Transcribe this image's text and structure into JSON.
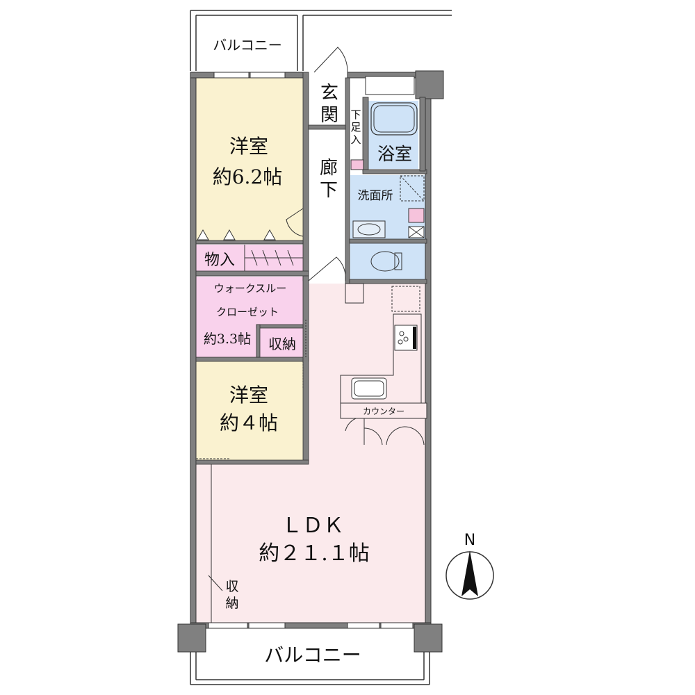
{
  "rooms": {
    "balcony_top": "バルコニー",
    "genkan_1": "玄",
    "genkan_2": "関",
    "shoes_1": "下",
    "shoes_2": "足",
    "shoes_3": "入",
    "bath": "浴室",
    "corridor_1": "廊",
    "corridor_2": "下",
    "senmen": "洗面所",
    "yoshitsu1_name": "洋室",
    "yoshitsu1_size": "約6.2帖",
    "monoire": "物入",
    "wic_1": "ウォークスルー",
    "wic_2": "クローゼット",
    "wic_size": "約3.3帖",
    "shuno_small": "収納",
    "yoshitsu2_name": "洋室",
    "yoshitsu2_size": "約４帖",
    "counter": "カウンター",
    "ldk_name": "ＬＤＫ",
    "ldk_size": "約２１.１帖",
    "shuno_left_1": "収",
    "shuno_left_2": "納",
    "balcony_bottom": "バルコニー"
  },
  "compass": {
    "north": "N"
  },
  "colors": {
    "wall": "#808080",
    "yoshitsu": "#faf2d0",
    "wic": "#f9d2ec",
    "water": "#cfe3f7",
    "ldk": "#fbeaec",
    "pink_accent": "#f6c3dc"
  }
}
